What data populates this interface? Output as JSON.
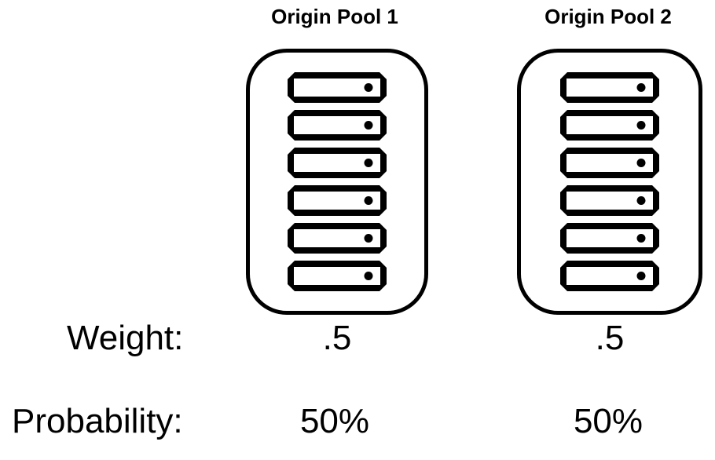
{
  "diagram": {
    "pools": [
      {
        "id": "origin-pool-1",
        "title": "Origin Pool 1",
        "server_count": 6,
        "weight": ".5",
        "probability": "50%"
      },
      {
        "id": "origin-pool-2",
        "title": "Origin Pool 2",
        "server_count": 6,
        "weight": ".5",
        "probability": "50%"
      }
    ],
    "row_labels": {
      "weight": "Weight:",
      "probability": "Probability:"
    },
    "colors": {
      "line": "#000000",
      "text": "#000000",
      "background": "#ffffff"
    }
  }
}
